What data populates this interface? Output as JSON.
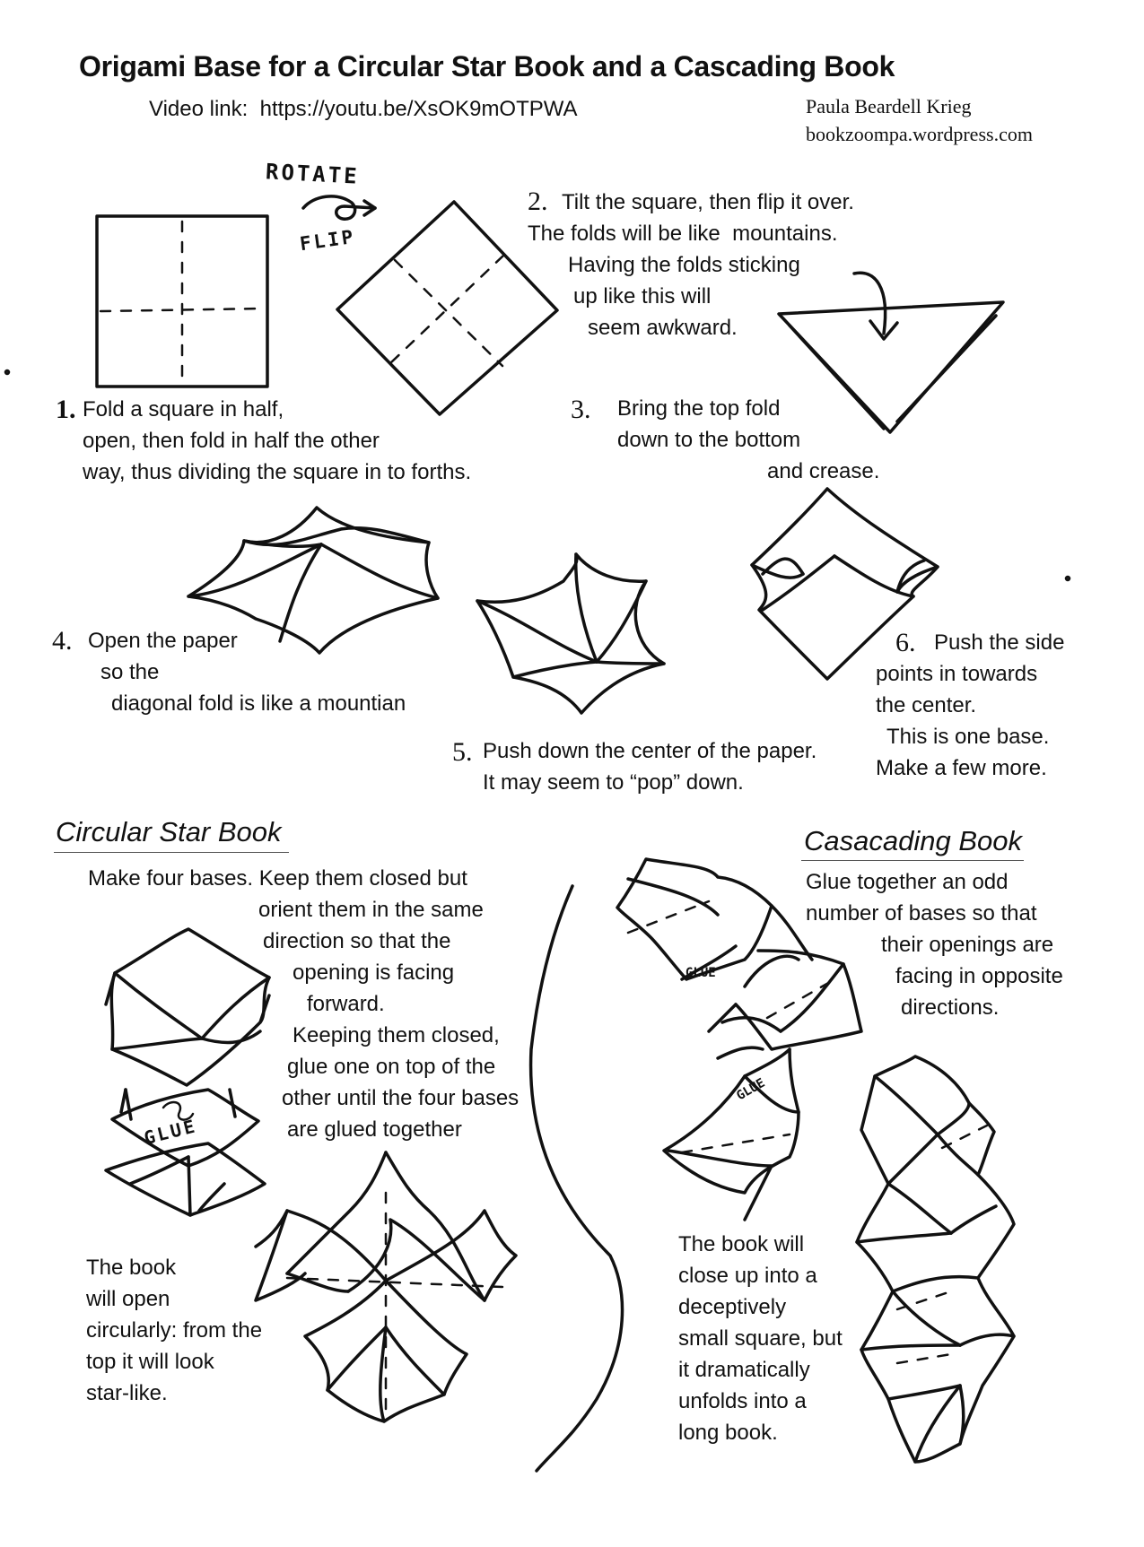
{
  "title": "Origami Base for a Circular Star Book and a Cascading Book",
  "video_link": "Video link:  https://youtu.be/XsOK9mOTPWA",
  "author": "Paula Beardell Krieg",
  "website": "bookzoompa.wordpress.com",
  "rotate_label": "ROTATE",
  "flip_label": "FLIP",
  "steps": {
    "s1": {
      "num": "1.",
      "lines": [
        "Fold a square in half,",
        "open, then fold in half the other",
        "way, thus dividing the square in to forths."
      ]
    },
    "s2": {
      "num": "2.",
      "lines": [
        "Tilt the square, then flip it over.",
        "The folds will be like  mountains.",
        "Having the folds sticking",
        "up like this will",
        "seem awkward."
      ]
    },
    "s3": {
      "num": "3.",
      "lines": [
        "Bring the top fold",
        "down to the bottom",
        "and crease."
      ]
    },
    "s4": {
      "num": "4.",
      "lines": [
        "Open the paper",
        "so the",
        "diagonal fold is like a mountian"
      ]
    },
    "s5": {
      "num": "5.",
      "lines": [
        "Push down the center of the paper.",
        "It may seem to “pop” down."
      ]
    },
    "s6": {
      "num": "6.",
      "lines": [
        "Push the side",
        "points in towards",
        "the center.",
        "This is one base.",
        "Make a few more."
      ]
    }
  },
  "circular": {
    "heading": "Circular Star Book",
    "intro": [
      "Make four bases. Keep them closed but",
      "orient them in the same",
      "direction so that the",
      "opening is facing",
      "forward.",
      "Keeping them closed,",
      "glue one on top of the",
      "other until the four bases",
      "are glued together"
    ],
    "glue_label": "GLUE",
    "outro": [
      "The book",
      "will open",
      "circularly: from the",
      "top it will look",
      "star-like."
    ]
  },
  "cascading": {
    "heading": "Casacading Book",
    "intro": [
      "Glue together an odd",
      "number of bases so that",
      "their openings are",
      "facing in opposite",
      "directions."
    ],
    "glue_label_1": "GLUE",
    "glue_label_2": "GLUE",
    "outro": [
      "The book will",
      "close up into a",
      "deceptively",
      "small square, but",
      "it dramatically",
      "unfolds into a",
      "long book."
    ]
  }
}
